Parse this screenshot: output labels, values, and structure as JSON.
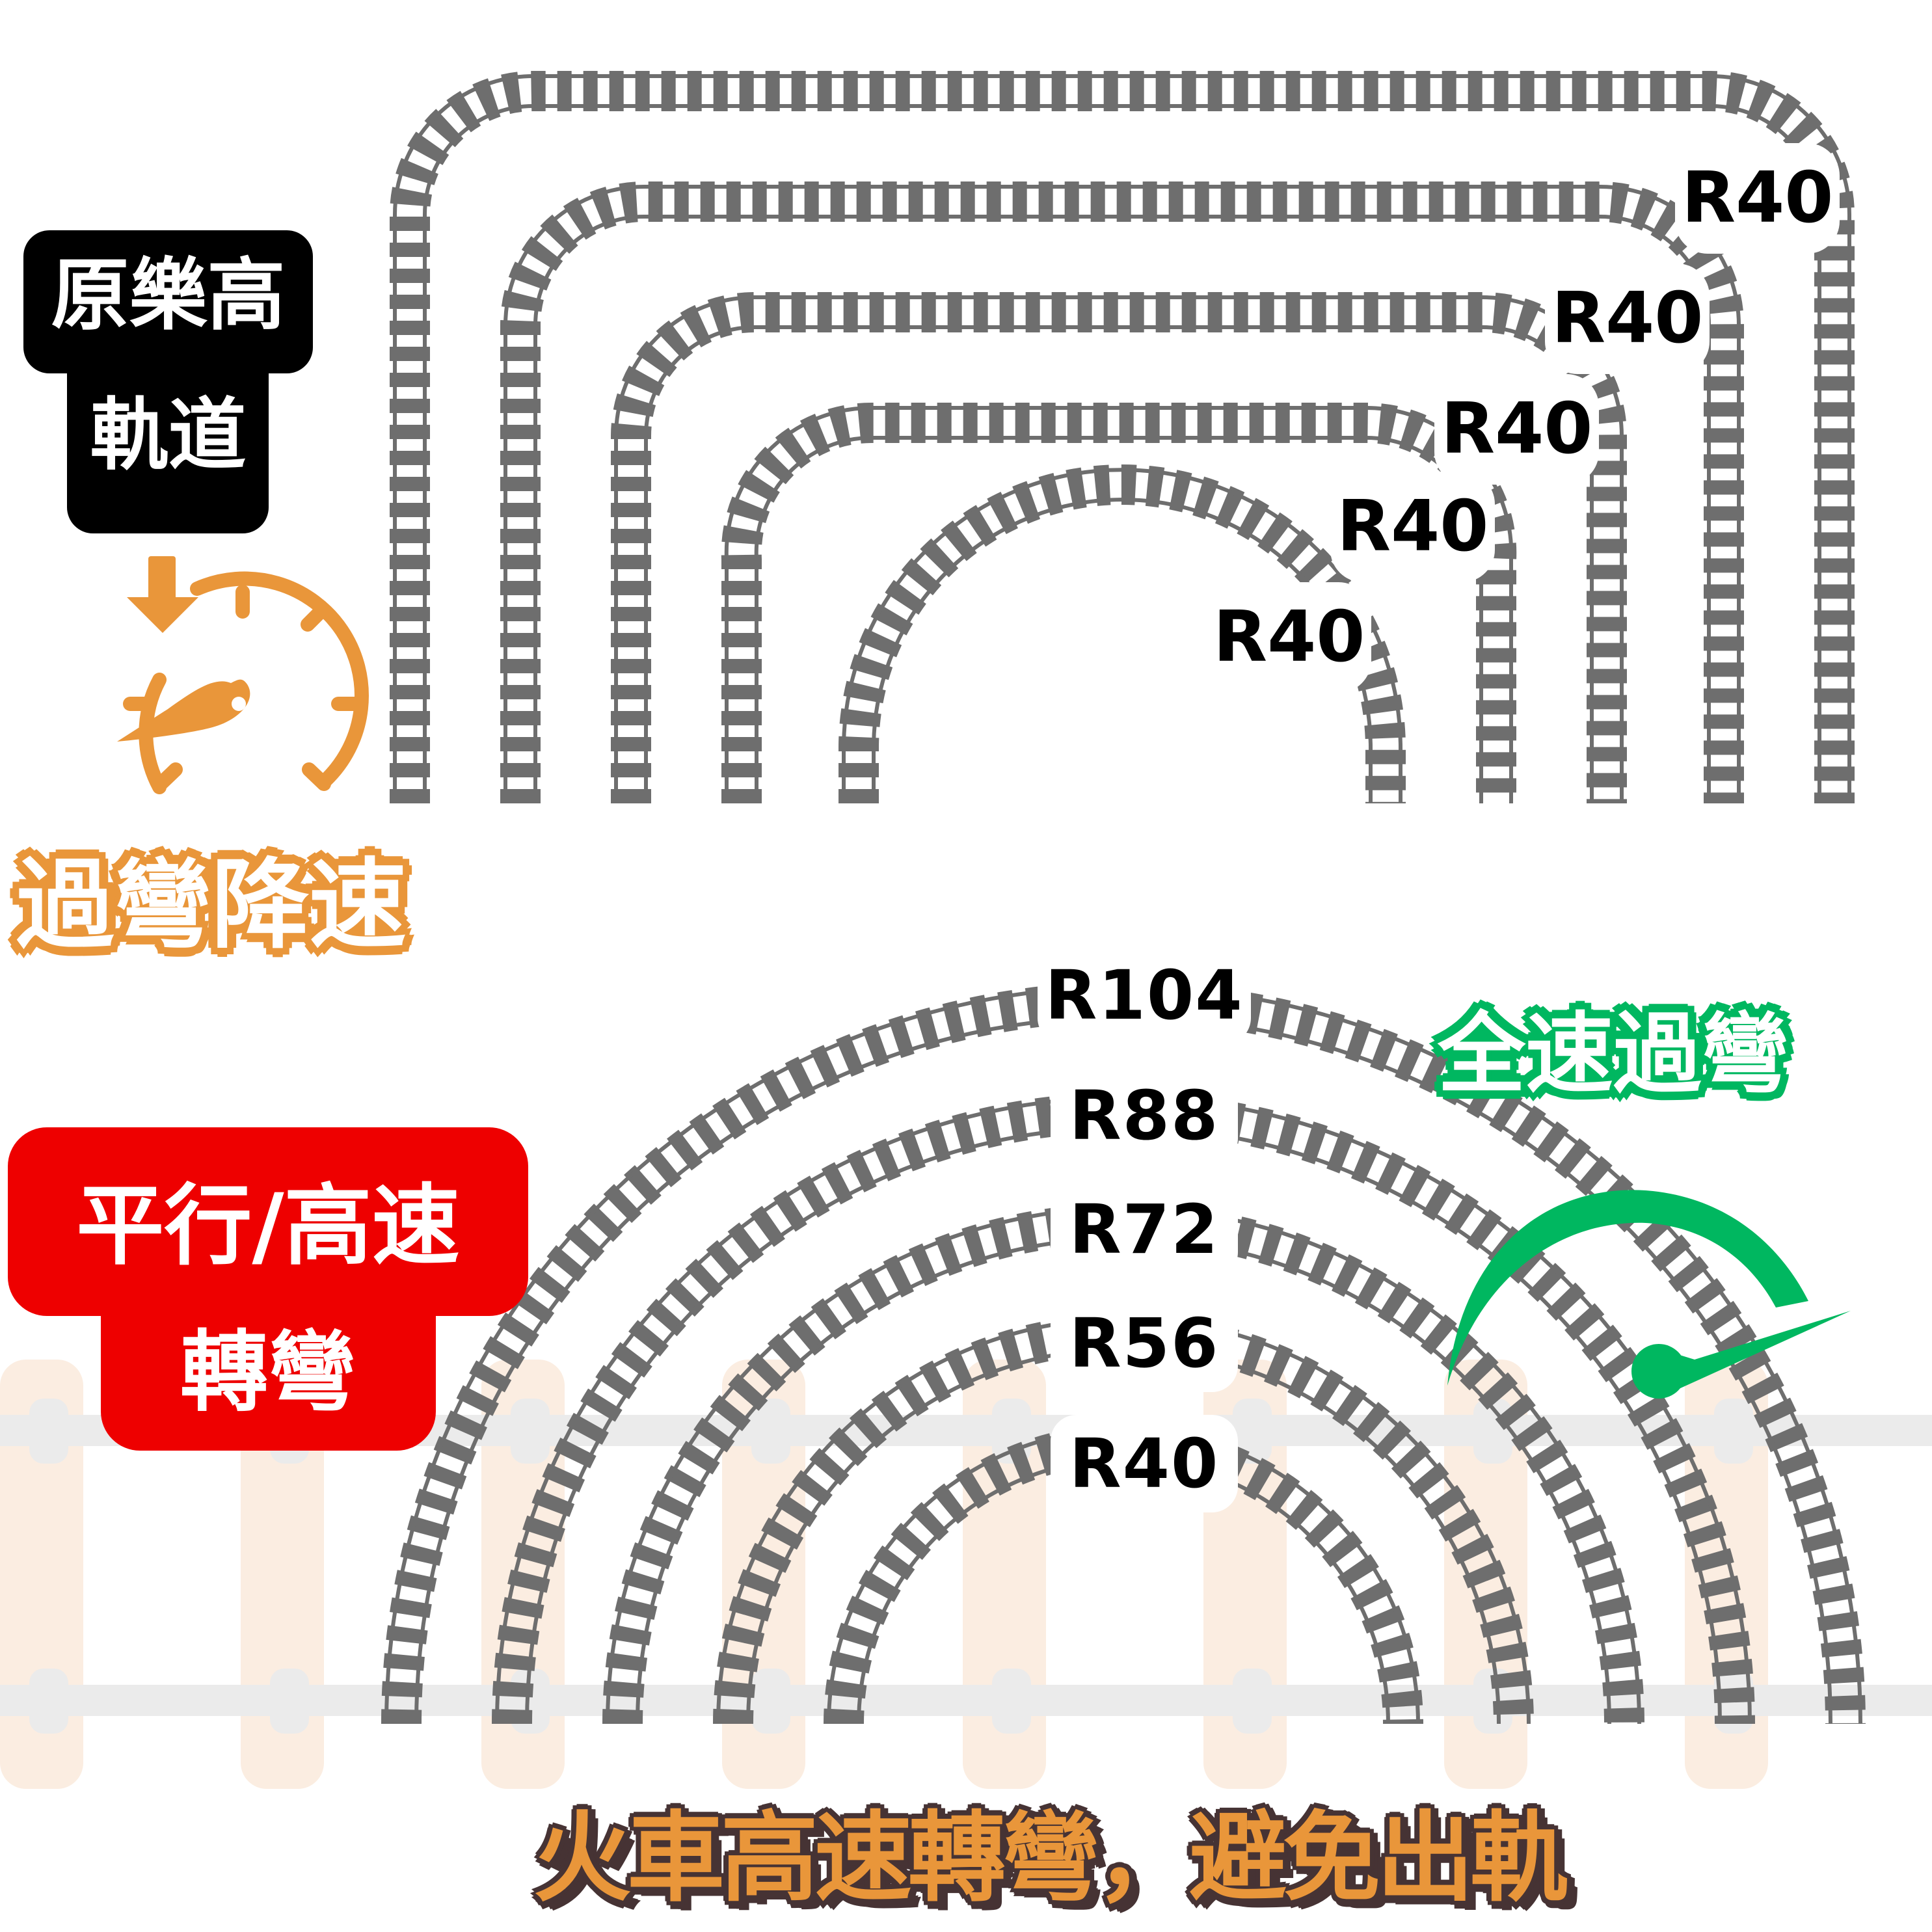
{
  "top_section": {
    "badge": {
      "line1": "原樂高",
      "line2": "軌道",
      "bg_color": "#000000",
      "text_color": "#ffffff"
    },
    "slowdown_caption": "過彎降速",
    "slowdown_icon": "speedometer-down-icon",
    "slowdown_color": "#E9963A",
    "track_labels": [
      "R40",
      "R40",
      "R40",
      "R40",
      "R40"
    ]
  },
  "bottom_section": {
    "badge": {
      "line1": "平行/高速",
      "line2": "轉彎",
      "bg_color": "#EE0000",
      "text_color": "#ffffff"
    },
    "fullspeed_caption": "全速過彎",
    "fullspeed_icon": "speedometer-fast-icon",
    "fullspeed_color": "#00B760",
    "track_labels": [
      "R104",
      "R88",
      "R72",
      "R56",
      "R40"
    ]
  },
  "footer": {
    "caption": "火車高速轉彎，避免出軌",
    "fill_color": "#E9963A",
    "outline_color": "#463334"
  },
  "colors": {
    "track": "#6E6E6E",
    "background_sleeper": "#FBEDE1",
    "background_rail": "#EBEBEB"
  }
}
